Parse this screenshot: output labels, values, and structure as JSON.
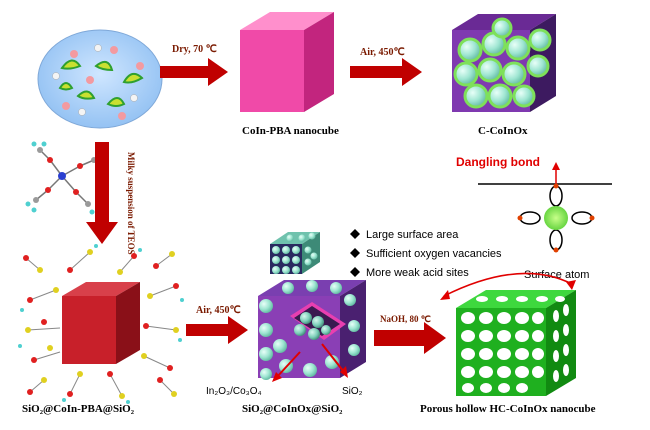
{
  "arrows": {
    "dry": "Dry, 70 ℃",
    "air_top": "Air, 450℃",
    "teos": "Milky suspension of TEOS",
    "air_bottom": "Air, 450℃",
    "naoh": "NaOH, 80 ℃"
  },
  "labels": {
    "coin_pba": "CoIn-PBA nanocube",
    "c_coinox": "C-CoInOx",
    "sio2_pba": "SiO₂@CoIn-PBA@SiO₂",
    "sio2_coinox": "SiO₂@CoInOx@SiO₂",
    "hc_coinox": "Porous hollow HC-CoInOx nanocube",
    "in2o3": "In₂O₃/Co₃O₄",
    "sio2_core": "SiO₂",
    "dangling": "Dangling bond",
    "surface_atom": "Surface atom"
  },
  "features": [
    "Large surface area",
    "Sufficient oxygen vacancies",
    "More weak acid sites"
  ],
  "colors": {
    "arrow": "#c00000",
    "pba_cube": "#f04aa8",
    "purple": "#8a3fb5",
    "sphere": "#9fe6d2",
    "green_shell": "#1fb01f",
    "red_cube": "#c8202a",
    "dangling_red": "#e00000"
  }
}
